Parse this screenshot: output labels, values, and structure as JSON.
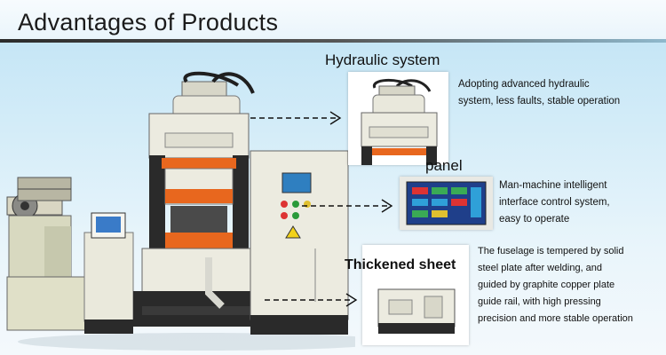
{
  "header": {
    "title": "Advantages of Products"
  },
  "features": [
    {
      "title": "Hydraulic system",
      "lines": [
        "Adopting advanced hydraulic",
        "system, less faults, stable operation"
      ]
    },
    {
      "title": "panel",
      "lines": [
        "Man-machine intelligent",
        "interface control system,",
        "easy to operate"
      ]
    },
    {
      "title": "Thickened sheet",
      "lines": [
        "The fuselage is tempered by solid",
        "steel plate after welding, and",
        "guided by graphite copper plate",
        "guide rail, with high pressing",
        "precision and more stable operation"
      ]
    }
  ],
  "colors": {
    "machine_body": "#ecebe0",
    "accent_orange": "#e8671e",
    "frame_dark": "#2a2a2a",
    "panel_blue": "#2f7fc0",
    "header_rule": "#2b2b2b"
  }
}
